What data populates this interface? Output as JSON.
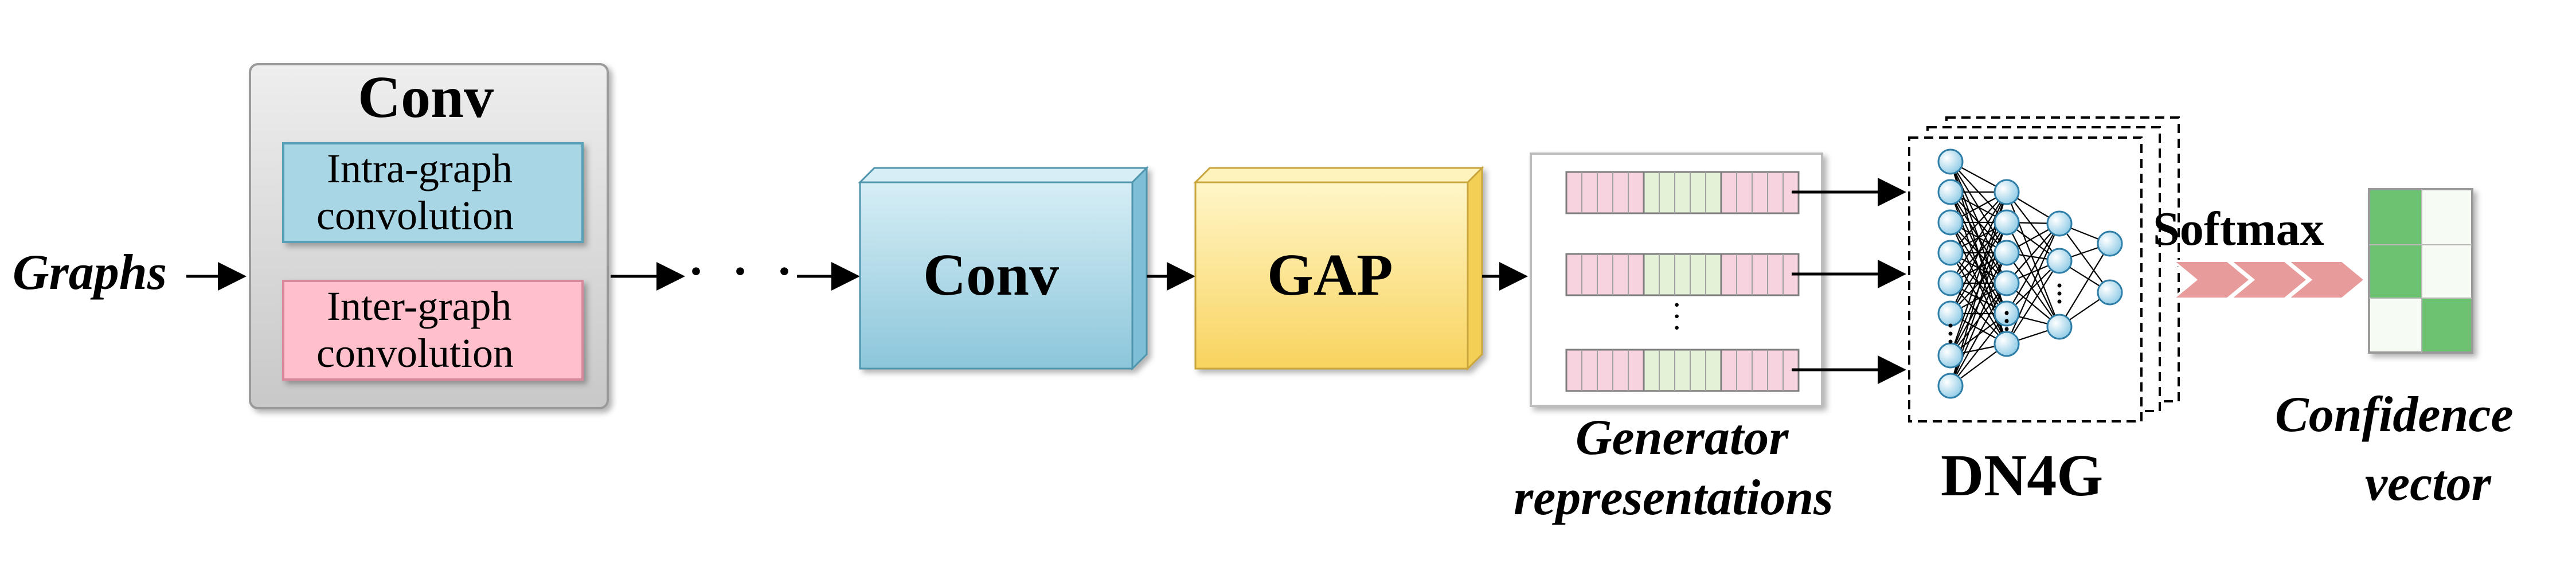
{
  "inputs": {
    "graphs_label": "Graphs"
  },
  "conv_block": {
    "title": "Conv",
    "intra_line1": "Intra-graph",
    "intra_line2": "convolution",
    "inter_line1": "Inter-graph",
    "inter_line2": "convolution"
  },
  "ellipsis": "· · ·",
  "conv_cube": {
    "label": "Conv"
  },
  "gap_cube": {
    "label": "GAP"
  },
  "generator": {
    "line1": "Generator",
    "line2": "representations",
    "dots": "·\n·\n·"
  },
  "dn4g": {
    "label": "DN4G"
  },
  "softmax": {
    "label": "Softmax"
  },
  "confidence": {
    "line1": "Confidence",
    "line2": "vector"
  },
  "colors": {
    "conv_gray": "#d4d4d4",
    "intra_blue": "#a9d6e5",
    "inter_pink": "#ffc0cb",
    "cube_blue": "#9fd0e0",
    "cube_yellow": "#fde38a",
    "vector_pink": "#f7d3e0",
    "vector_green": "#e3f1d6",
    "node_blue": "#bfe3f2",
    "chevron_pink": "#e89b9b",
    "conf_green": "#6cc26f"
  }
}
